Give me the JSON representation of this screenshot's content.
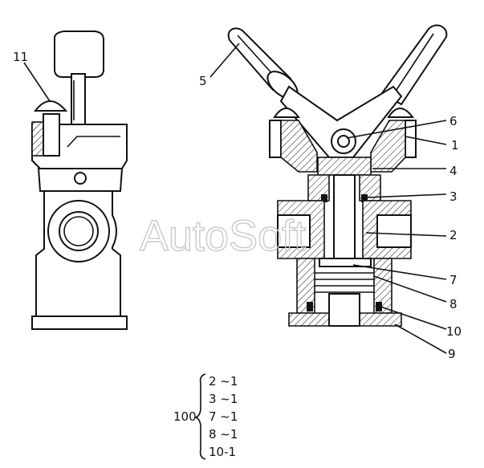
{
  "callouts": {
    "c11": "11",
    "c5": "5",
    "c6": "6",
    "c1": "1",
    "c4": "4",
    "c3": "3",
    "c2": "2",
    "c7": "7",
    "c8": "8",
    "c10": "10",
    "c9": "9"
  },
  "kit": {
    "label": "100",
    "items": [
      "2 ~1",
      "3 ~1",
      "7 ~1",
      "8 ~1",
      "10-1"
    ]
  },
  "watermark": "AutoSoft"
}
